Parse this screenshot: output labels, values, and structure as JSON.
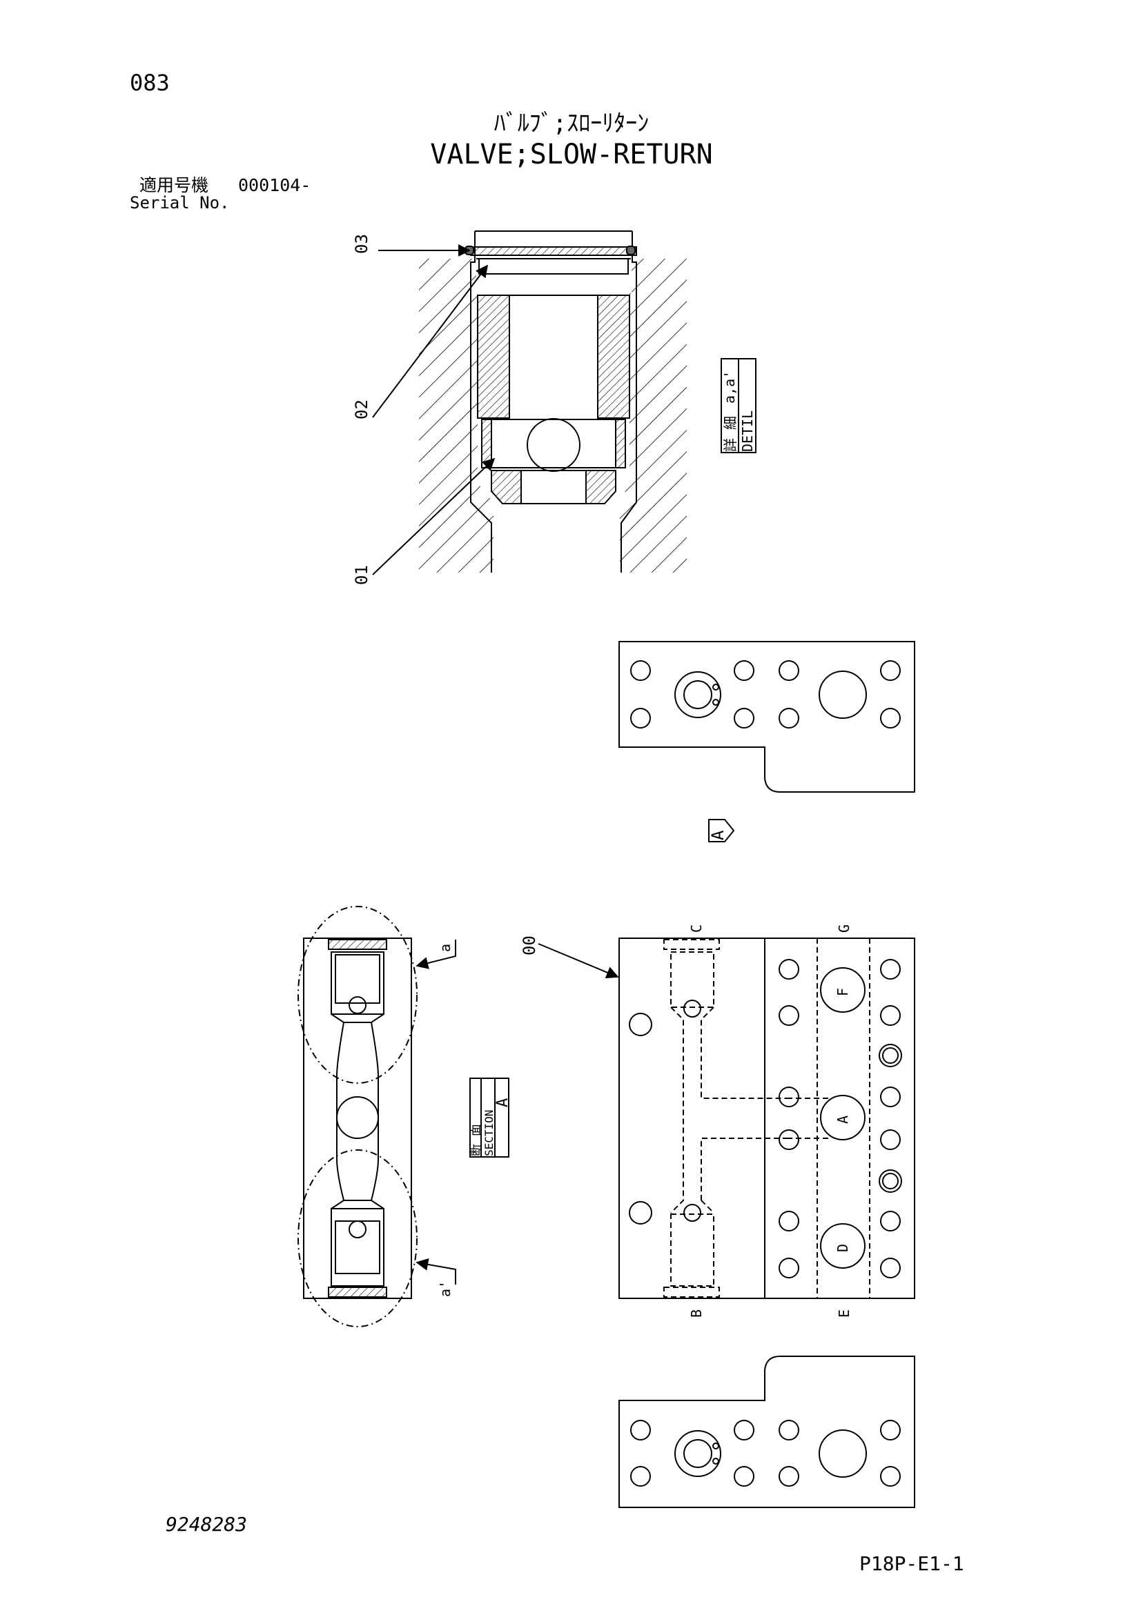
{
  "header": {
    "page_number": "083",
    "title_jp": "ﾊﾞﾙﾌﾞ;ｽﾛｰﾘﾀｰﾝ",
    "title_en": "VALVE;SLOW-RETURN",
    "serial_label_jp": "適用号機",
    "serial_value": "000104-",
    "serial_label_en": "Serial No."
  },
  "detail_view": {
    "part_labels": [
      "03",
      "02",
      "01"
    ],
    "label_jp": "詳 細",
    "label_ref": "a,a'",
    "label_en": "DETIL"
  },
  "section_view": {
    "label_jp": "断 面",
    "label_ref": "A",
    "label_en": "SECTION",
    "detail_ref_top": "a",
    "detail_ref_bottom": "a'"
  },
  "block_view": {
    "part_label": "00",
    "port_letters_top": [
      "C",
      "G"
    ],
    "port_letters_bottom": [
      "B",
      "E"
    ],
    "port_letters_inner": [
      "F",
      "A",
      "D"
    ],
    "view_arrow_label": "A"
  },
  "footer": {
    "drawing_number": "9248283",
    "page_code": "P18P-E1-1"
  }
}
